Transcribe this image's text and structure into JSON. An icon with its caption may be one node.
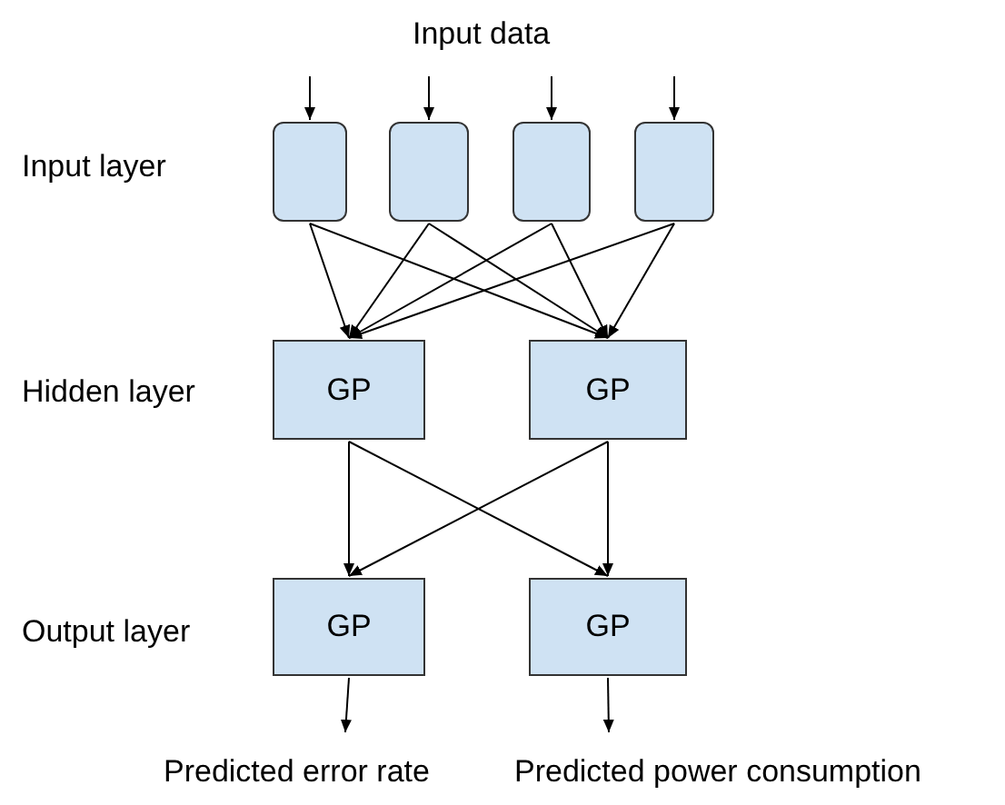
{
  "diagram": {
    "nodes": [
      {
        "text": [],
        "shape": "box"
      },
      {
        "text": [],
        "shape": "box"
      },
      {
        "text": [],
        "shape": "box"
      },
      {
        "text": [],
        "shape": "box"
      },
      {
        "text": [
          "GP"
        ]
      },
      {
        "text": [
          "GP"
        ]
      },
      {
        "text": [
          "GP"
        ]
      },
      {
        "text": [
          "GP"
        ]
      },
      {
        "text": [
          "Predicted error rate"
        ]
      },
      {
        "text": [
          "Predicted power consumption"
        ]
      }
    ],
    "edges": [
      {
        "from": null,
        "to": 0,
        "arrow": "to"
      },
      {
        "from": null,
        "to": 1,
        "arrow": "to"
      },
      {
        "from": null,
        "to": 2,
        "arrow": "to"
      },
      {
        "from": null,
        "to": 3,
        "arrow": "to"
      },
      {
        "from": 0,
        "to": 4,
        "arrow": "to"
      },
      {
        "from": 0,
        "to": 5,
        "arrow": "to"
      },
      {
        "from": 1,
        "to": 4,
        "arrow": "to"
      },
      {
        "from": 1,
        "to": 5,
        "arrow": "to"
      },
      {
        "from": 2,
        "to": 4,
        "arrow": "to"
      },
      {
        "from": 2,
        "to": 5,
        "arrow": "to"
      },
      {
        "from": 3,
        "to": 4,
        "arrow": "to"
      },
      {
        "from": 3,
        "to": 5,
        "arrow": "to"
      },
      {
        "from": 4,
        "to": 6,
        "arrow": "to"
      },
      {
        "from": 4,
        "to": 7,
        "arrow": "to"
      },
      {
        "from": 5,
        "to": 6,
        "arrow": "to"
      },
      {
        "from": 5,
        "to": 7,
        "arrow": "to"
      },
      {
        "from": 6,
        "to": 8,
        "arrow": "to"
      },
      {
        "from": 7,
        "to": 9,
        "arrow": "to"
      }
    ],
    "labels": [
      "Input data",
      "Input layer",
      "Hidden layer",
      "Output layer"
    ]
  }
}
